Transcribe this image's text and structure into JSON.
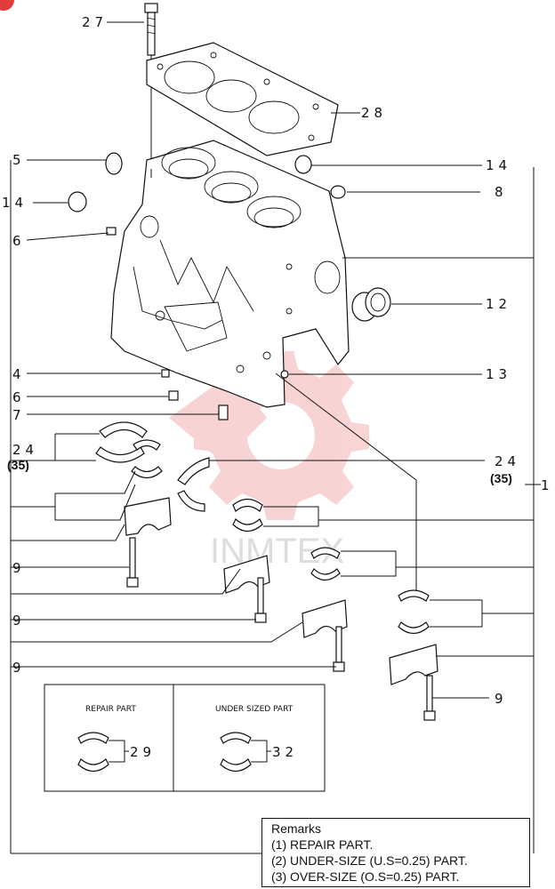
{
  "callouts": {
    "c27": "27",
    "c28": "28",
    "c5": "5",
    "c14a": "14",
    "c14b": "14",
    "c8": "8",
    "c6a": "6",
    "c12": "12",
    "c4": "4",
    "c13": "13",
    "c6b": "6",
    "c7": "7",
    "c24a": "24",
    "c35a": "(35)",
    "c24b": "24",
    "c35b": "(35)",
    "c1": "1",
    "c9a": "9",
    "c9b": "9",
    "c9c": "9",
    "c9d": "9",
    "c29": "29",
    "c32": "32"
  },
  "inset": {
    "repair_title": "REPAIR PART",
    "undersized_title": "UNDER SIZED PART"
  },
  "watermark": "INMTEX",
  "remarks": {
    "title": "Remarks",
    "line1": "(1) REPAIR PART.",
    "line2": "(2) UNDER-SIZE (U.S=0.25) PART.",
    "line3": "(3) OVER-SIZE (O.S=0.25) PART."
  }
}
